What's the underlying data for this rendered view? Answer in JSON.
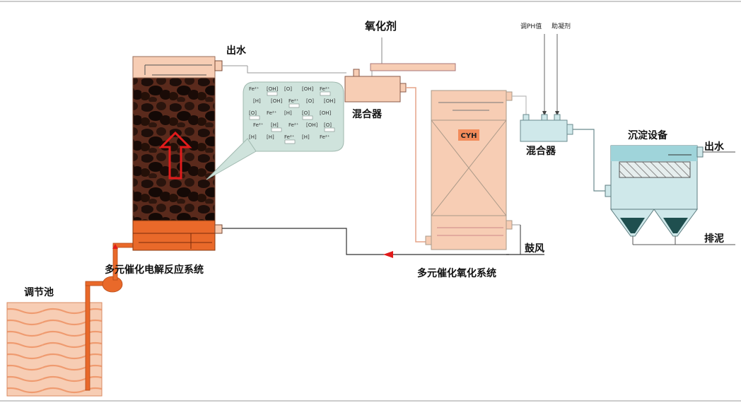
{
  "labels": {
    "outlet_top": "出水",
    "oxidant": "氧化剂",
    "mixer_1": "混合器",
    "mixer_2": "混合器",
    "ph_adjust": "调PH值",
    "coagulant": "助凝剂",
    "sedimentation": "沉淀设备",
    "outlet_right": "出水",
    "sludge": "排泥",
    "blower": "鼓风",
    "oxidation_system": "多元催化氧化系统",
    "electrolysis_system": "多元催化电解反应系统",
    "equalization_tank": "调节池",
    "cyh": "CYH"
  },
  "ions": {
    "items": [
      "Fe²⁺",
      "[OH]",
      "[O]",
      "[OH]",
      "Fe²⁺",
      "[H]",
      "[OH]",
      "Fe²⁺",
      "[O]",
      "[OH]",
      "[O]",
      "Fe²⁺",
      "[H]",
      "[O]",
      "[OH]",
      "Fe²⁺",
      "[H]",
      "Fe²⁺",
      "[OH]",
      "[O]",
      "[H]",
      "[H]",
      "Fe²⁺",
      "[H]",
      "Fe²⁺"
    ]
  },
  "colors": {
    "tank_fill": "#f7cdb4",
    "reactor_base": "#e9692a",
    "pipe_orange": "#e9692a",
    "bubble": "#cfe3dc",
    "sed_tank": "#cfe8ea",
    "arrow_red": "#e11b1b"
  }
}
